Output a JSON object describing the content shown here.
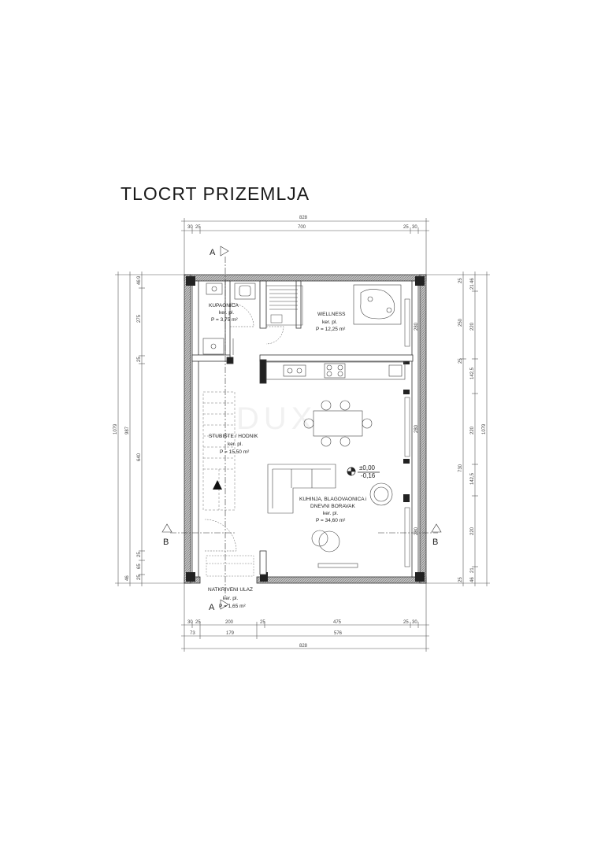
{
  "title": "TLOCRT PRIZEMLJA",
  "rooms": {
    "kupaonica": {
      "name": "KUPAONICA",
      "floor": "ker. pl.",
      "area": "P = 3,75 m²"
    },
    "wellness": {
      "name": "WELLNESS",
      "floor": "ker. pl.",
      "area": "P = 12,25 m²"
    },
    "stubiste": {
      "name": "STUBIŠTE / HODNIK",
      "floor": "ker. pl.",
      "area": "P = 15,50 m²"
    },
    "kuhinja": {
      "name1": "KUHINJA, BLAGOVAONICA i",
      "name2": "DNEVNI BORAVAK",
      "floor": "ker. pl.",
      "area": "P = 34,60 m²"
    },
    "ulaz": {
      "name": "NATKRIVENI ULAZ",
      "floor": "ker. pl.",
      "area": "P = 1,65 m²"
    }
  },
  "level": {
    "top": "±0,00",
    "bottom": "-0,16"
  },
  "sections": {
    "a": "A",
    "b": "B"
  },
  "watermark": "DUX",
  "dims": {
    "top_total": "828",
    "top_row": [
      "30",
      "25",
      "700",
      "25",
      "30"
    ],
    "bottom_row1": [
      "30",
      "25",
      "200",
      "25",
      "475",
      "25",
      "30"
    ],
    "bottom_row2": [
      "73",
      "179",
      "576"
    ],
    "bottom_total": "828",
    "left_outer": "1079",
    "left_mid": "987",
    "left_chain": [
      "46",
      "9",
      "275",
      "25",
      "640",
      "25",
      "65",
      "25",
      "46"
    ],
    "right_outer": "1079",
    "right_mid": "730",
    "right_chain_a": [
      "25",
      "21",
      "46",
      "250",
      "25",
      "142,5",
      "220",
      "142,5",
      "220",
      "25",
      "21",
      "46"
    ],
    "right_chain_b": [
      "220",
      "220",
      "220"
    ],
    "window": [
      "280",
      "280",
      "280"
    ]
  }
}
